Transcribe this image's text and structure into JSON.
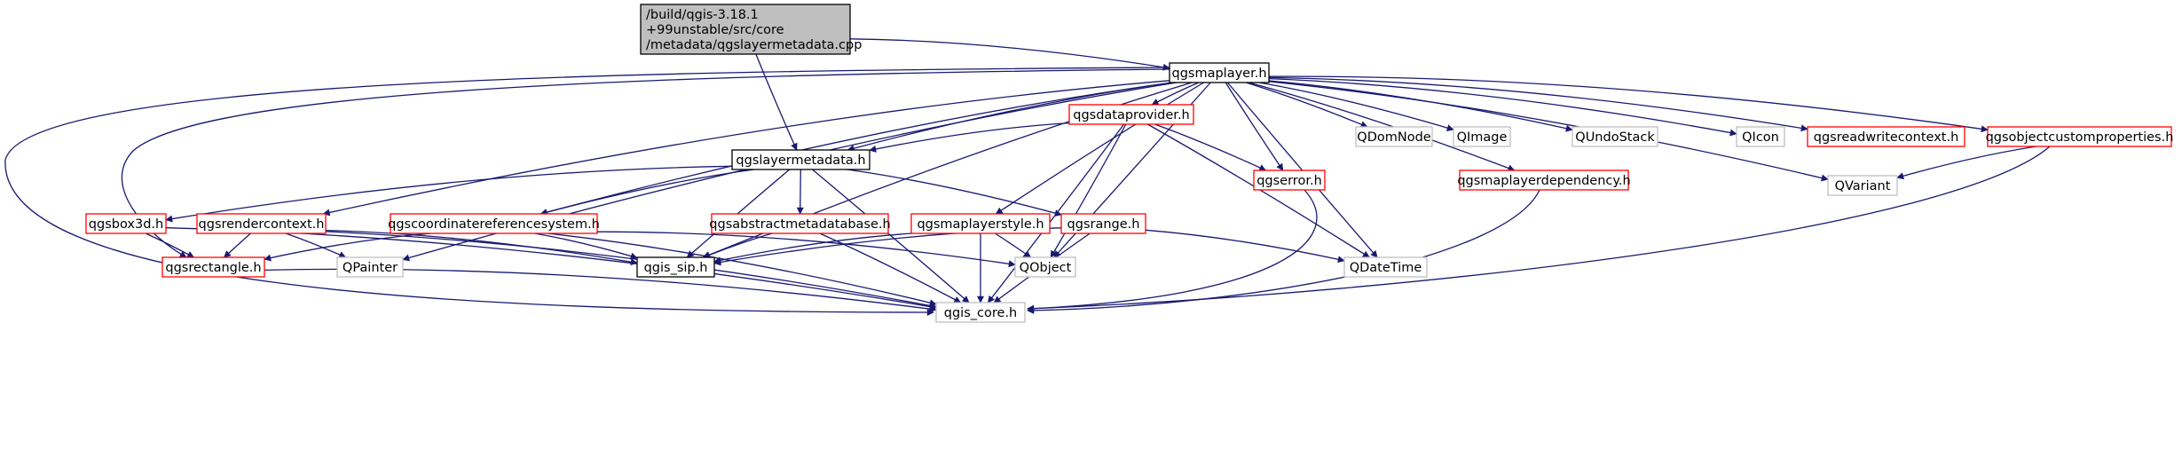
{
  "graph": {
    "type": "include-dependency-graph",
    "colors": {
      "edge": "#191970",
      "root_fill": "#bfbfbf",
      "root_border": "#000000",
      "normal_border": "#000000",
      "incomplete_border": "#ff0000",
      "external_border": "#bfbfbf",
      "fill": "#ffffff"
    },
    "nodes": [
      {
        "id": "root",
        "lines": [
          "/build/qgis-3.18.1",
          "+99unstable/src/core",
          "/metadata/qgslayermetadata.cpp"
        ],
        "kind": "root"
      },
      {
        "id": "maplayer",
        "lines": [
          "qgsmaplayer.h"
        ],
        "kind": "normal"
      },
      {
        "id": "layermetadata",
        "lines": [
          "qgslayermetadata.h"
        ],
        "kind": "normal"
      },
      {
        "id": "dataprovider",
        "lines": [
          "qgsdataprovider.h"
        ],
        "kind": "incomplete"
      },
      {
        "id": "qdomnode",
        "lines": [
          "QDomNode"
        ],
        "kind": "external"
      },
      {
        "id": "qimage",
        "lines": [
          "QImage"
        ],
        "kind": "external"
      },
      {
        "id": "qundostack",
        "lines": [
          "QUndoStack"
        ],
        "kind": "external"
      },
      {
        "id": "qicon",
        "lines": [
          "QIcon"
        ],
        "kind": "external"
      },
      {
        "id": "readwrite",
        "lines": [
          "qgsreadwritecontext.h"
        ],
        "kind": "incomplete"
      },
      {
        "id": "customprops",
        "lines": [
          "qgsobjectcustomproperties.h"
        ],
        "kind": "incomplete"
      },
      {
        "id": "error",
        "lines": [
          "qgserror.h"
        ],
        "kind": "incomplete"
      },
      {
        "id": "layerdep",
        "lines": [
          "qgsmaplayerdependency.h"
        ],
        "kind": "incomplete"
      },
      {
        "id": "qvariant",
        "lines": [
          "QVariant"
        ],
        "kind": "external"
      },
      {
        "id": "box3d",
        "lines": [
          "qgsbox3d.h"
        ],
        "kind": "incomplete"
      },
      {
        "id": "rendercontext",
        "lines": [
          "qgsrendercontext.h"
        ],
        "kind": "incomplete"
      },
      {
        "id": "crs",
        "lines": [
          "qgscoordinatereferencesystem.h"
        ],
        "kind": "incomplete"
      },
      {
        "id": "abstractmeta",
        "lines": [
          "qgsabstractmetadatabase.h"
        ],
        "kind": "incomplete"
      },
      {
        "id": "maplayerstyle",
        "lines": [
          "qgsmaplayerstyle.h"
        ],
        "kind": "incomplete"
      },
      {
        "id": "range",
        "lines": [
          "qgsrange.h"
        ],
        "kind": "incomplete"
      },
      {
        "id": "rectangle",
        "lines": [
          "qgsrectangle.h"
        ],
        "kind": "incomplete"
      },
      {
        "id": "qpainter",
        "lines": [
          "QPainter"
        ],
        "kind": "external"
      },
      {
        "id": "sip",
        "lines": [
          "qgis_sip.h"
        ],
        "kind": "normal"
      },
      {
        "id": "qobject",
        "lines": [
          "QObject"
        ],
        "kind": "external"
      },
      {
        "id": "qdatetime",
        "lines": [
          "QDateTime"
        ],
        "kind": "external"
      },
      {
        "id": "core",
        "lines": [
          "qgis_core.h"
        ],
        "kind": "external"
      }
    ],
    "edges": [
      [
        "root",
        "maplayer"
      ],
      [
        "root",
        "layermetadata"
      ],
      [
        "maplayer",
        "core"
      ],
      [
        "maplayer",
        "rectangle"
      ],
      [
        "maplayer",
        "rendercontext"
      ],
      [
        "maplayer",
        "qpainter"
      ],
      [
        "maplayer",
        "crs"
      ],
      [
        "maplayer",
        "layermetadata"
      ],
      [
        "maplayer",
        "sip"
      ],
      [
        "maplayer",
        "maplayerstyle"
      ],
      [
        "maplayer",
        "dataprovider"
      ],
      [
        "maplayer",
        "error"
      ],
      [
        "maplayer",
        "qobject"
      ],
      [
        "maplayer",
        "qdatetime"
      ],
      [
        "maplayer",
        "qdomnode"
      ],
      [
        "maplayer",
        "qimage"
      ],
      [
        "maplayer",
        "qundostack"
      ],
      [
        "maplayer",
        "qicon"
      ],
      [
        "maplayer",
        "readwrite"
      ],
      [
        "maplayer",
        "customprops"
      ],
      [
        "maplayer",
        "qvariant"
      ],
      [
        "maplayer",
        "layerdep"
      ],
      [
        "dataprovider",
        "layermetadata"
      ],
      [
        "dataprovider",
        "error"
      ],
      [
        "dataprovider",
        "qobject"
      ],
      [
        "dataprovider",
        "qdatetime"
      ],
      [
        "dataprovider",
        "core"
      ],
      [
        "customprops",
        "qvariant"
      ],
      [
        "customprops",
        "core"
      ],
      [
        "error",
        "core"
      ],
      [
        "layerdep",
        "core"
      ],
      [
        "layermetadata",
        "box3d"
      ],
      [
        "layermetadata",
        "crs"
      ],
      [
        "layermetadata",
        "abstractmeta"
      ],
      [
        "layermetadata",
        "range"
      ],
      [
        "layermetadata",
        "sip"
      ],
      [
        "layermetadata",
        "core"
      ],
      [
        "box3d",
        "rectangle"
      ],
      [
        "box3d",
        "core"
      ],
      [
        "rendercontext",
        "rectangle"
      ],
      [
        "rendercontext",
        "qpainter"
      ],
      [
        "rendercontext",
        "sip"
      ],
      [
        "rendercontext",
        "core"
      ],
      [
        "crs",
        "rectangle"
      ],
      [
        "crs",
        "sip"
      ],
      [
        "crs",
        "qobject"
      ],
      [
        "crs",
        "core"
      ],
      [
        "abstractmeta",
        "sip"
      ],
      [
        "abstractmeta",
        "core"
      ],
      [
        "maplayerstyle",
        "sip"
      ],
      [
        "maplayerstyle",
        "qobject"
      ],
      [
        "maplayerstyle",
        "core"
      ],
      [
        "range",
        "sip"
      ],
      [
        "range",
        "qdatetime"
      ],
      [
        "range",
        "core"
      ],
      [
        "rectangle",
        "core"
      ]
    ]
  }
}
